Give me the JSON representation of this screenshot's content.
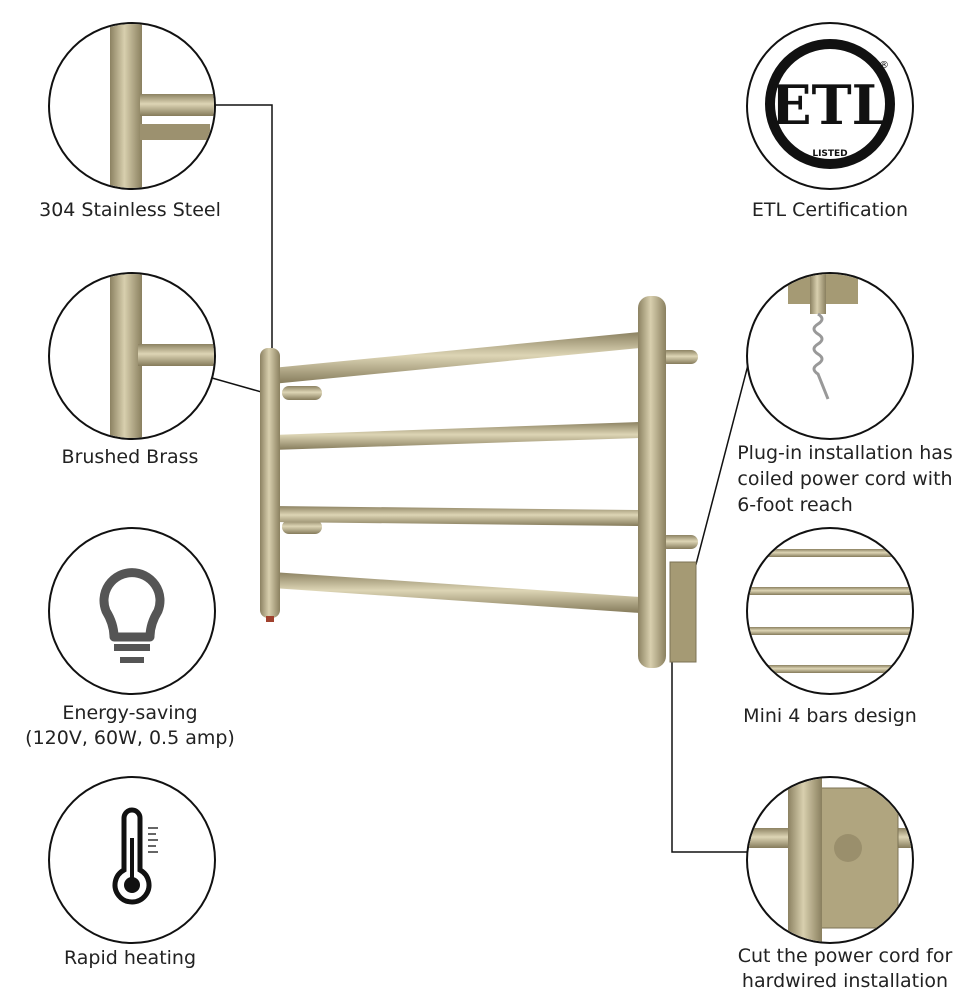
{
  "features_left": [
    {
      "label": "304 Stainless Steel",
      "icon": "steel-bar-closeup"
    },
    {
      "label": "Brushed Brass",
      "icon": "brass-bar-closeup"
    },
    {
      "label": "Energy-saving",
      "sublabel": "(120V, 60W, 0.5 amp)",
      "icon": "lightbulb-icon"
    },
    {
      "label": "Rapid heating",
      "icon": "thermometer-icon"
    }
  ],
  "features_right": [
    {
      "label": "ETL Certification",
      "icon": "etl-logo"
    },
    {
      "label": "Plug-in installation has",
      "label2": "coiled power cord with",
      "label3": "6-foot reach",
      "icon": "power-cord-closeup"
    },
    {
      "label": "Mini 4 bars design",
      "icon": "bars-closeup"
    },
    {
      "label": "Cut the power cord for",
      "label2": "hardwired installation",
      "icon": "mount-closeup"
    }
  ],
  "etl_logo": {
    "mark": "ETL",
    "sub": "LISTED"
  },
  "colors": {
    "brass": "#b5aa85",
    "brass_dark": "#8c8262",
    "outline": "#111111"
  }
}
